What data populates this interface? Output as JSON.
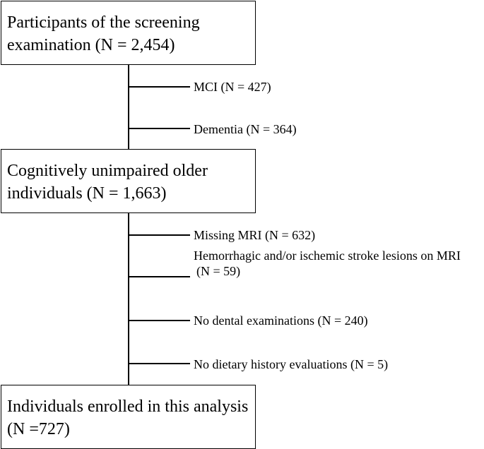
{
  "boxes": {
    "screening": {
      "line1": "Participants of the screening",
      "line2": "examination (N = 2,454)"
    },
    "unimpaired": {
      "line1": "Cognitively unimpaired older",
      "line2": "individuals (N = 1,663)"
    },
    "enrolled": {
      "line1": "Individuals enrolled in this analysis",
      "line2": "(N =727)"
    }
  },
  "exclusions": {
    "mci": "MCI (N = 427)",
    "dementia": "Dementia (N = 364)",
    "missing_mri": "Missing MRI (N = 632)",
    "stroke_line1": "Hemorrhagic and/or ischemic stroke lesions on MRI",
    "stroke_line2": "(N = 59)",
    "no_dental": "No dental examinations (N = 240)",
    "no_dietary": "No dietary history evaluations (N = 5)"
  }
}
